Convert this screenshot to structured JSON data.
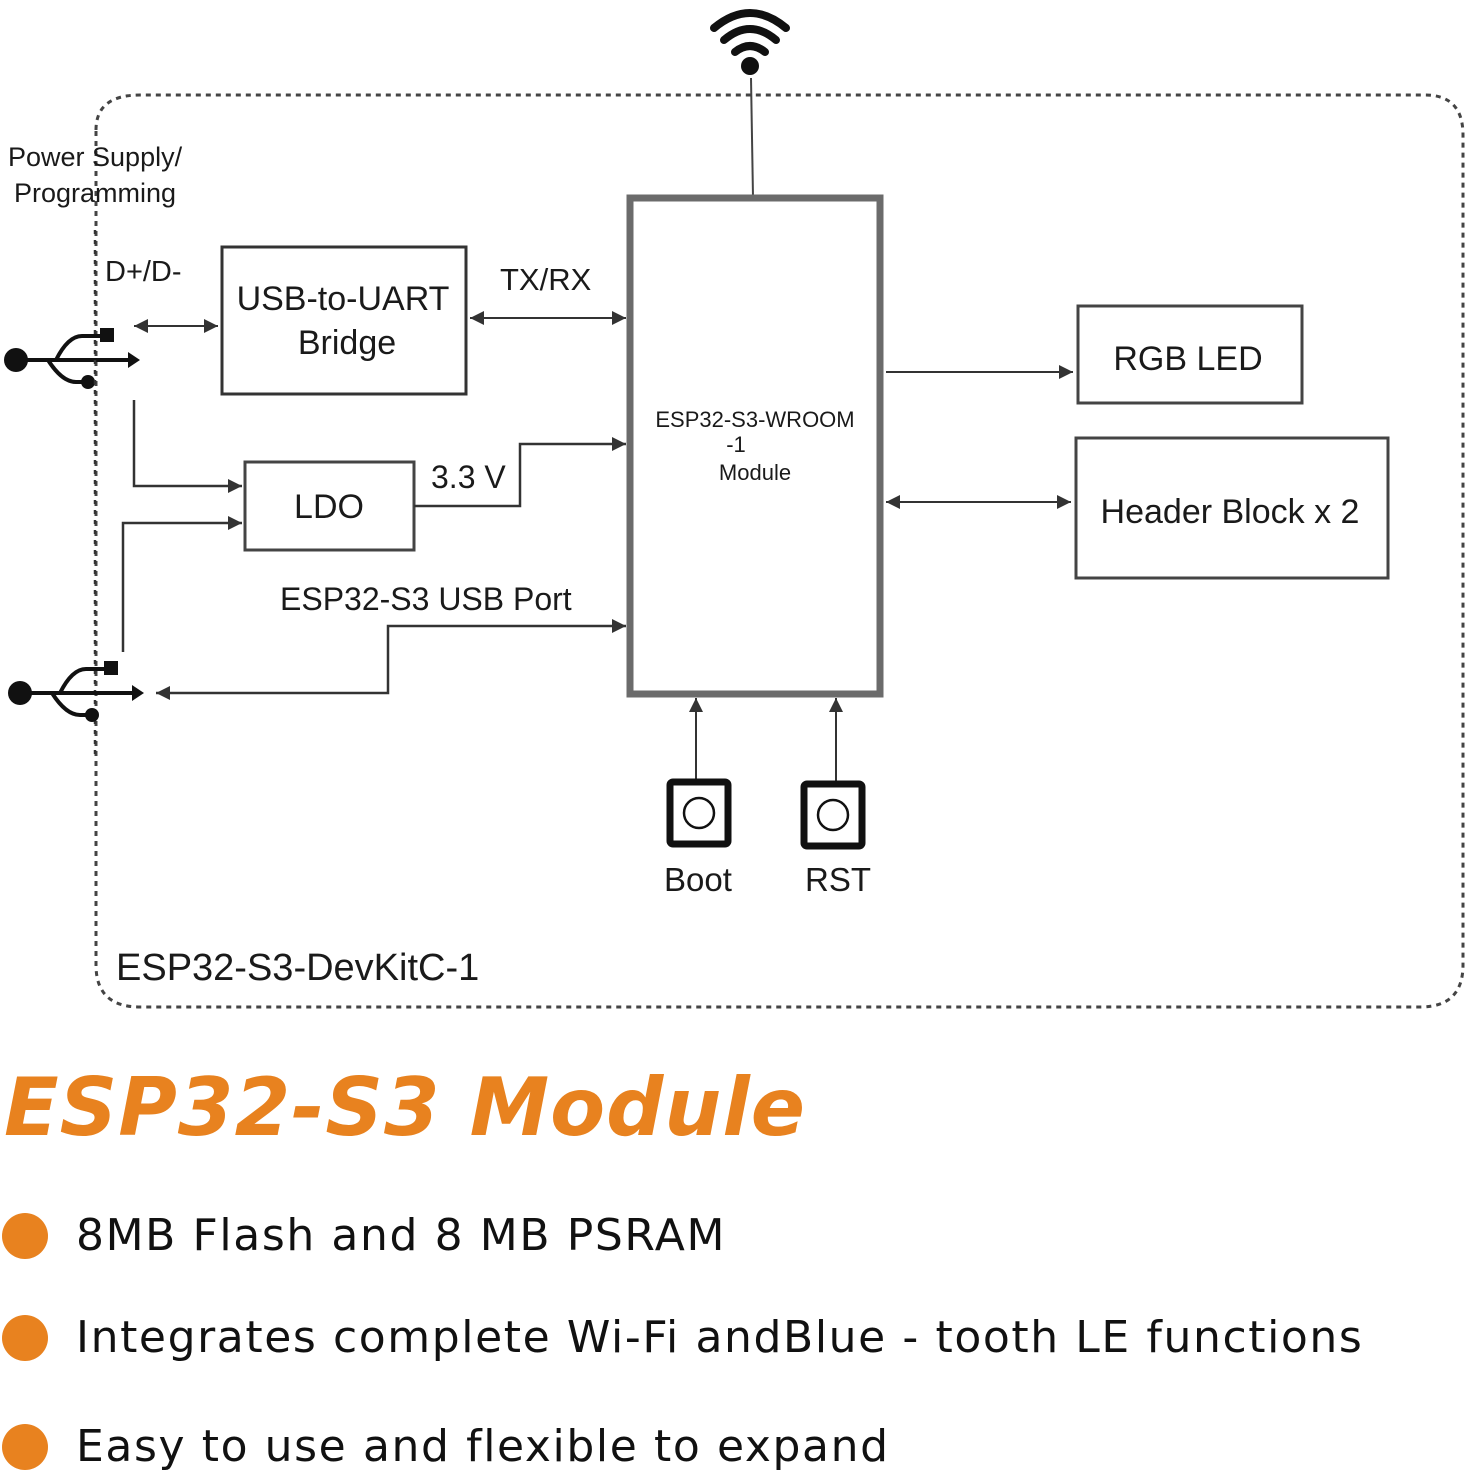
{
  "colors": {
    "accent": "#e8821f",
    "line": "#222222",
    "module_border": "#6b6b6b",
    "board_border": "#444444"
  },
  "diagram": {
    "board_label": "ESP32-S3-DevKitC-1",
    "power_label_line1": "Power Supply/",
    "power_label_line2": "Programming",
    "dplus_dminus_label": "D+/D-",
    "usb_uart_line1": "USB-to-UART",
    "usb_uart_line2": "Bridge",
    "txrx_label": "TX/RX",
    "ldo_label": "LDO",
    "voltage_label": "3.3 V",
    "usb_port_label": "ESP32-S3 USB Port",
    "module_line1": "ESP32-S3-WROOM",
    "module_line2": "-1",
    "module_line3": "Module",
    "rgb_led_label": "RGB LED",
    "header_block_label": "Header Block x 2",
    "boot_label": "Boot",
    "rst_label": "RST",
    "icons": {
      "antenna": "wifi-icon",
      "usb_top": "usb-icon",
      "usb_bottom": "usb-icon",
      "boot_button": "push-button-icon",
      "rst_button": "push-button-icon"
    }
  },
  "headline": "ESP32-S3 Module",
  "features": [
    "8MB Flash and 8 MB PSRAM",
    "Integrates complete Wi-Fi andBlue - tooth LE functions",
    "Easy to use and flexible to expand"
  ]
}
